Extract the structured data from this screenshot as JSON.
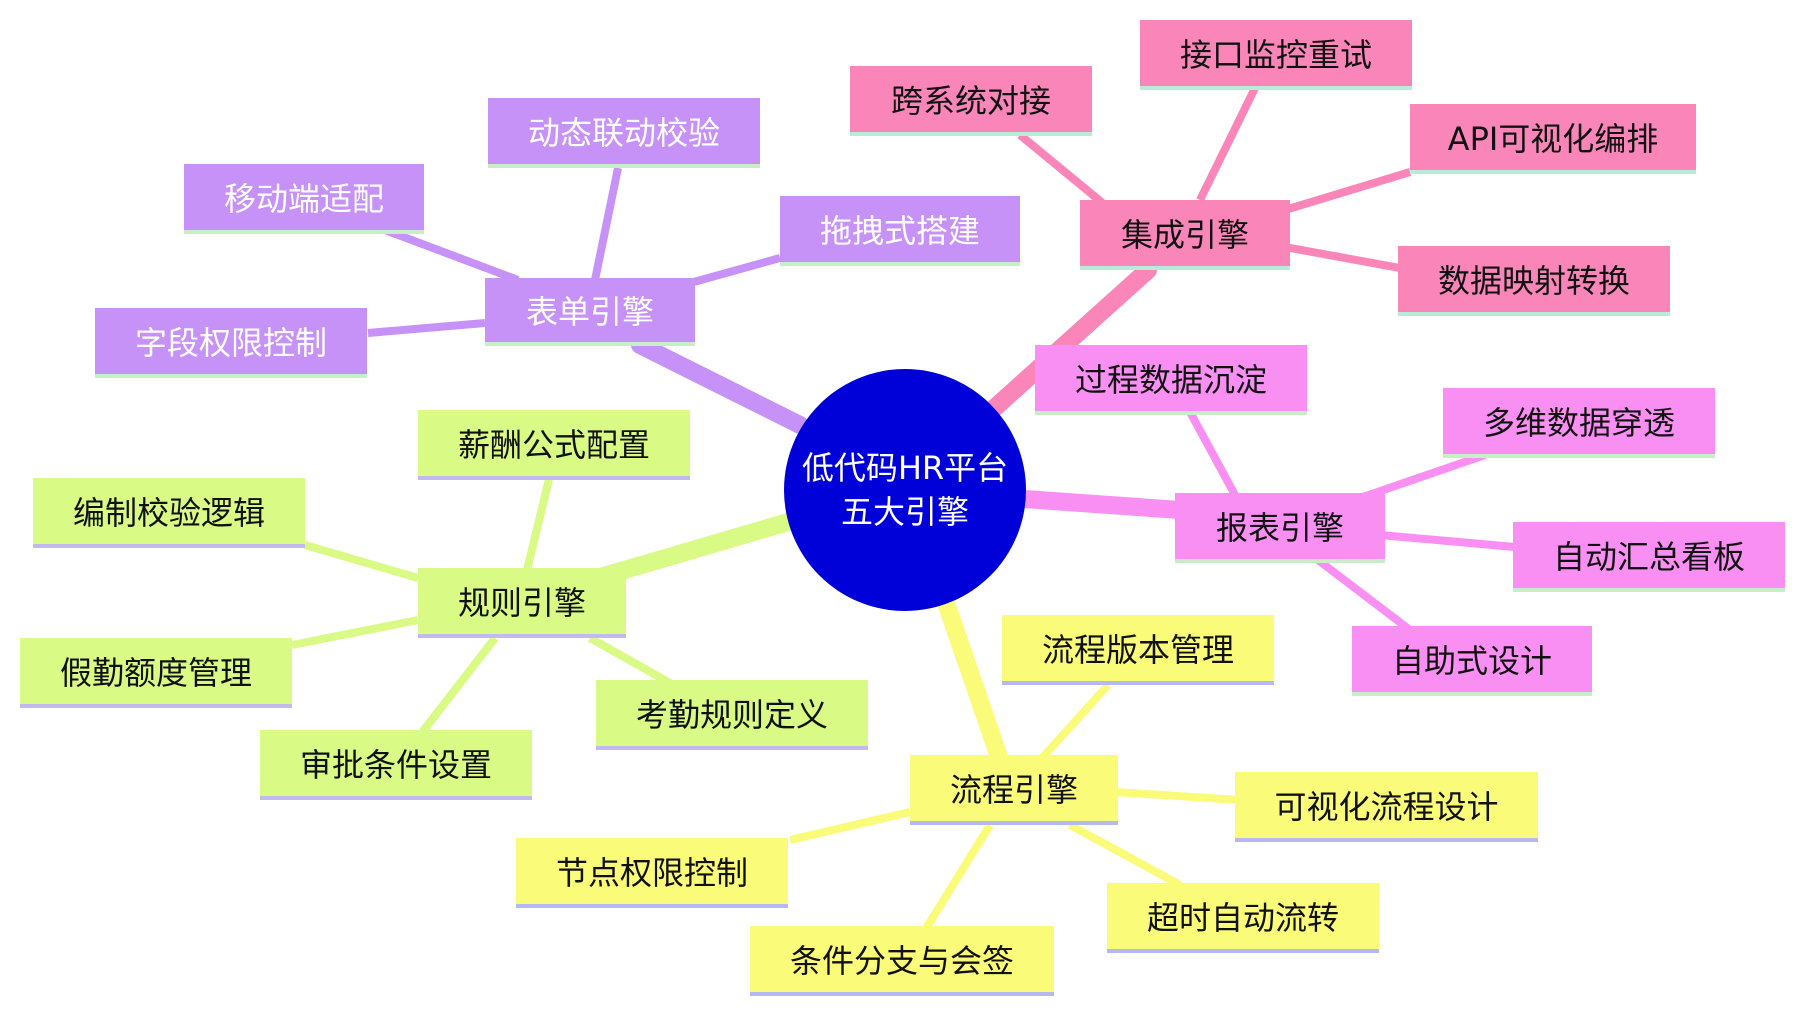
{
  "center": {
    "line1": "低代码HR平台",
    "line2": "五大引擎"
  },
  "branches": {
    "form": {
      "label": "表单引擎",
      "color": "#c792f7",
      "children": [
        "动态联动校验",
        "移动端适配",
        "拖拽式搭建",
        "字段权限控制"
      ]
    },
    "integration": {
      "label": "集成引擎",
      "color": "#fa86b9",
      "children": [
        "接口监控重试",
        "跨系统对接",
        "API可视化编排",
        "数据映射转换"
      ]
    },
    "report": {
      "label": "报表引擎",
      "color": "#f98ef3",
      "children": [
        "过程数据沉淀",
        "多维数据穿透",
        "自动汇总看板",
        "自助式设计"
      ]
    },
    "rule": {
      "label": "规则引擎",
      "color": "#d9fa84",
      "children": [
        "薪酬公式配置",
        "编制校验逻辑",
        "假勤额度管理",
        "审批条件设置",
        "考勤规则定义"
      ]
    },
    "process": {
      "label": "流程引擎",
      "color": "#fafc79",
      "children": [
        "流程版本管理",
        "可视化流程设计",
        "节点权限控制",
        "超时自动流转",
        "条件分支与会签"
      ]
    }
  }
}
